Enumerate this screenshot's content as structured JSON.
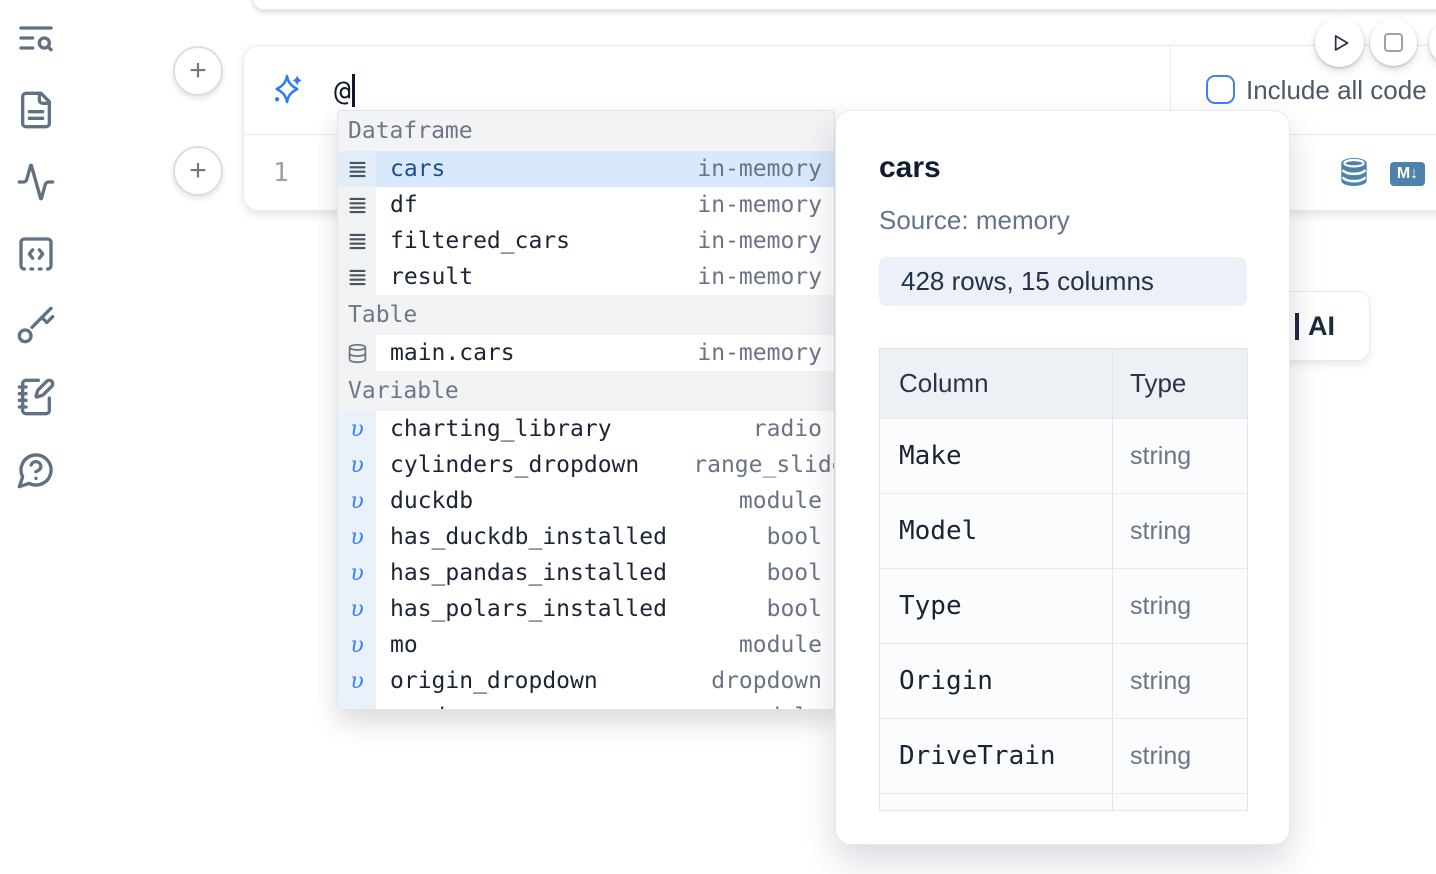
{
  "colors": {
    "accent_blue": "#3b82f6",
    "steel_blue": "#4d82ac",
    "selected_row": "#d8e9fc",
    "sidebar_icon": "#5f7183"
  },
  "sidebar": {
    "icons": [
      {
        "name": "text-search-icon",
        "icon": "text-search"
      },
      {
        "name": "file-text-icon",
        "icon": "file-text"
      },
      {
        "name": "activity-icon",
        "icon": "activity"
      },
      {
        "name": "scratchpad-code-icon",
        "icon": "square-dashed-code"
      },
      {
        "name": "key-icon",
        "icon": "key"
      },
      {
        "name": "notebook-pen-icon",
        "icon": "notebook-pen"
      },
      {
        "name": "help-chat-icon",
        "icon": "message-question"
      }
    ]
  },
  "cell": {
    "add_button_label": "+",
    "prompt": {
      "value": "@"
    },
    "include_all_code_label": "Include all code",
    "line_number": "1",
    "markdown_badge": "M↓"
  },
  "autocomplete": {
    "sections": [
      {
        "label": "Dataframe",
        "kind": "dataframe",
        "items": [
          {
            "name": "cars",
            "detail": "in-memory",
            "selected": true
          },
          {
            "name": "df",
            "detail": "in-memory"
          },
          {
            "name": "filtered_cars",
            "detail": "in-memory"
          },
          {
            "name": "result",
            "detail": "in-memory"
          }
        ]
      },
      {
        "label": "Table",
        "kind": "table",
        "items": [
          {
            "name": "main.cars",
            "detail": "in-memory"
          }
        ]
      },
      {
        "label": "Variable",
        "kind": "variable",
        "items": [
          {
            "name": "charting_library",
            "detail": "radio"
          },
          {
            "name": "cylinders_dropdown",
            "detail": "range_slider"
          },
          {
            "name": "duckdb",
            "detail": "module"
          },
          {
            "name": "has_duckdb_installed",
            "detail": "bool"
          },
          {
            "name": "has_pandas_installed",
            "detail": "bool"
          },
          {
            "name": "has_polars_installed",
            "detail": "bool"
          },
          {
            "name": "mo",
            "detail": "module"
          },
          {
            "name": "origin_dropdown",
            "detail": "dropdown"
          },
          {
            "name": "pandas",
            "detail": "module"
          }
        ]
      }
    ],
    "variable_glyph": "υ"
  },
  "preview": {
    "title": "cars",
    "source": "Source: memory",
    "stats": "428 rows, 15 columns",
    "table": {
      "headers": [
        "Column",
        "Type"
      ],
      "rows": [
        [
          "Make",
          "string"
        ],
        [
          "Model",
          "string"
        ],
        [
          "Type",
          "string"
        ],
        [
          "Origin",
          "string"
        ],
        [
          "DriveTrain",
          "string"
        ],
        [
          "",
          ""
        ]
      ]
    }
  },
  "ai_button": {
    "label": "AI"
  }
}
